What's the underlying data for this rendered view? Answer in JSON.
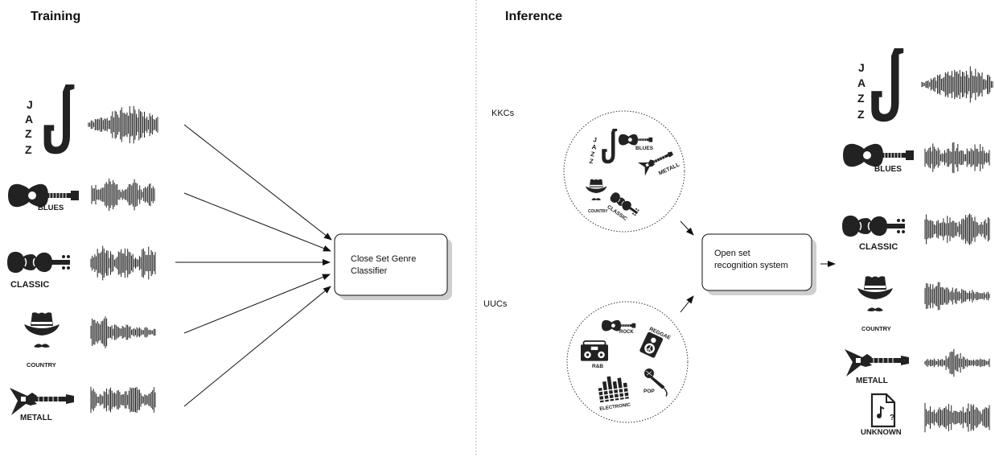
{
  "training": {
    "title": "Training",
    "genres": [
      "JAZZ",
      "BLUES",
      "CLASSIC",
      "COUNTRY",
      "METALL"
    ],
    "jazz_letters": [
      "J",
      "A",
      "Z",
      "Z"
    ],
    "classifier_label": [
      "Close Set Genre",
      "Classifier"
    ]
  },
  "inference": {
    "title": "Inference",
    "kkcs_label": "KKCs",
    "uucs_label": "UUCs",
    "kkc_genres": [
      "BLUES",
      "CLASSIC",
      "METALL",
      "COUNTRY"
    ],
    "uuc_genres": [
      "ROCK",
      "REGGAE",
      "R&B",
      "POP",
      "ELECTRONIC"
    ],
    "system_label": [
      "Open set",
      "recognition system"
    ],
    "output_genres": [
      "BLUES",
      "CLASSIC",
      "COUNTRY",
      "METALL",
      "UNKNOWN"
    ],
    "jazz_letters": [
      "J",
      "A",
      "Z",
      "Z"
    ]
  },
  "colors": {
    "ink": "#222222",
    "box_shadow": "#cfcfcf",
    "divider": "#9a9a9a"
  },
  "icons": [
    "saxophone-icon",
    "acoustic-guitar-icon",
    "violin-icon",
    "cowboy-hat-icon",
    "electric-guitar-icon",
    "boombox-icon",
    "speaker-icon",
    "microphone-icon",
    "equalizer-icon",
    "unknown-file-icon",
    "waveform-icon"
  ]
}
